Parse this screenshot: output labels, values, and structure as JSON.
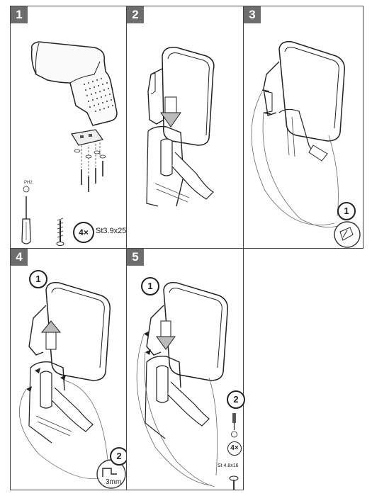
{
  "steps": [
    {
      "number": "1"
    },
    {
      "number": "2"
    },
    {
      "number": "3"
    },
    {
      "number": "4"
    },
    {
      "number": "5"
    }
  ],
  "step1": {
    "screwdriver_tag": "PH2",
    "screw_count": "4×",
    "screw_spec": "St3.9x25"
  },
  "step3": {
    "callout_1": "1"
  },
  "step4": {
    "callout_1": "1",
    "callout_2": "2",
    "gap_label": "3mm"
  },
  "step5": {
    "callout_1": "1",
    "callout_2": "2",
    "screw_count": "4×",
    "screw_spec": "St 4.8x16"
  }
}
